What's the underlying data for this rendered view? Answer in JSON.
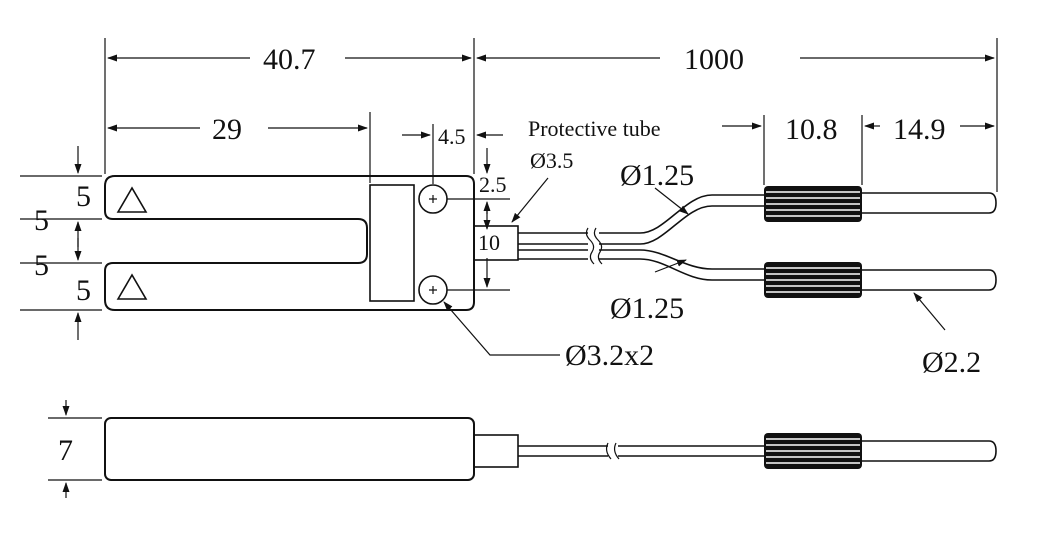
{
  "dimensions": {
    "overall_length": "40.7",
    "cable_length": "1000",
    "slot_length": "29",
    "hole_offset": "4.5",
    "ferrule_length": "10.8",
    "tip_length": "14.9",
    "hole_edge": "2.5",
    "tube_height": "10",
    "arm_top": "5",
    "slot_gap": "5",
    "arm_lower_gap": "5",
    "arm_bottom": "5",
    "thickness": "7"
  },
  "labels": {
    "protective_tube": "Protective tube",
    "tube_diameter": "Ø3.5",
    "fiber_top": "Ø1.25",
    "fiber_bottom": "Ø1.25",
    "hole_spec": "Ø3.2x2",
    "tip_diameter": "Ø2.2"
  },
  "marks": {
    "emitter_symbol": "triangle-icon",
    "receiver_symbol": "triangle-icon",
    "hole_symbol": "mounting-hole-icon"
  }
}
